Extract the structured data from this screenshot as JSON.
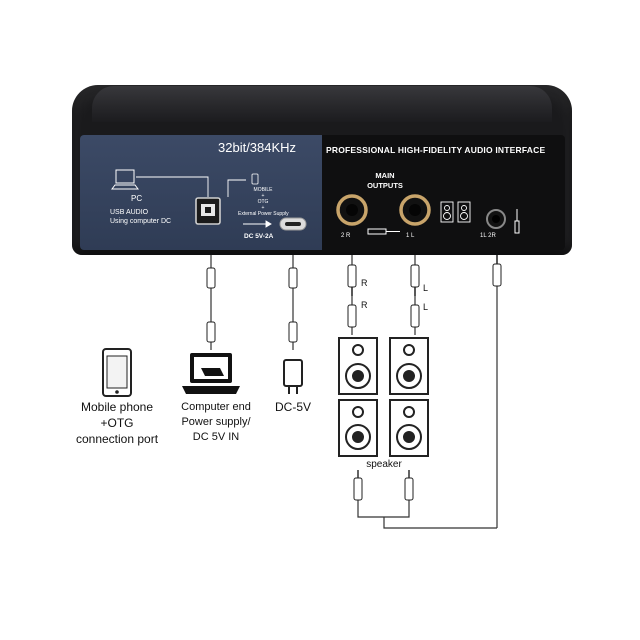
{
  "device": {
    "spec_label": "32bit/384KHz",
    "title": "PROFESSIONAL HIGH-FIDELITY AUDIO INTERFACE",
    "pc_label": "PC",
    "usb_label_1": "USB AUDIO",
    "usb_label_2": "Using computer DC",
    "mobile_label": "MOBILE",
    "plus_1": "+",
    "otg_label": "OTG",
    "plus_2": "+",
    "ext_power_label": "External Power Supply",
    "dc_label": "DC 5V-2A",
    "main_outputs_1": "MAIN",
    "main_outputs_2": "OUTPUTS",
    "jack_r": "2 R",
    "jack_l": "1 L",
    "phones_label": "1L 2R"
  },
  "diagram": {
    "cable_r_1": "R",
    "cable_r_2": "R",
    "cable_l_1": "L",
    "cable_l_2": "L",
    "speaker_label": "speaker",
    "mobile_caption_1": "Mobile phone",
    "mobile_caption_2": "+OTG",
    "mobile_caption_3": "connection port",
    "computer_caption_1": "Computer end",
    "computer_caption_2": "Power supply/",
    "computer_caption_3": "DC 5V IN",
    "dc_caption": "DC-5V"
  },
  "colors": {
    "panel_blue": "#3c4a66",
    "jack_gold": "#c8a46a",
    "wire": "#333333"
  }
}
